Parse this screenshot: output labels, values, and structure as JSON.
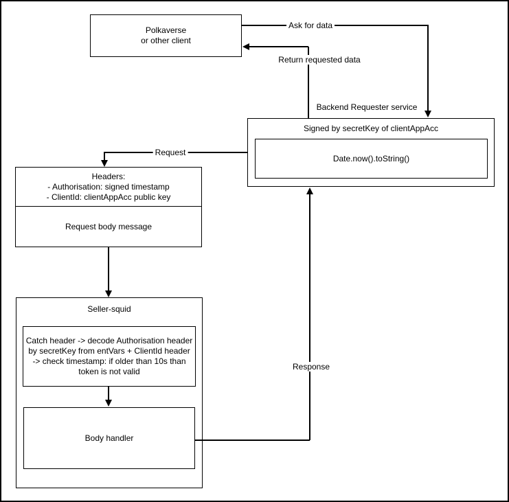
{
  "diagram": {
    "background": "#ffffff",
    "stroke_color": "#000000",
    "nodes": {
      "client": {
        "line1": "Polkaverse",
        "line2": "or other client"
      },
      "backend": {
        "service_label": "Backend Requester service",
        "title": "Signed by secretKey of clientAppAcc",
        "code": "Date.now().toString()"
      },
      "request_message": {
        "header_line1": "Headers:",
        "header_line2": "- Authorisation: signed timestamp",
        "header_line3": "- ClientId: clientAppAcc public key",
        "body": "Request body message"
      },
      "seller": {
        "title": "Seller-squid",
        "check_line1": "Catch header -> decode Authorisation header",
        "check_line2": "by secretKey from entVars + ClientId header",
        "check_line3": "-> check timestamp: if older than 10s than",
        "check_line4": "token is not valid",
        "body_handler": "Body handler"
      }
    },
    "edges": {
      "ask_label": "Ask for data",
      "return_label": "Return requested data",
      "request_label": "Request",
      "response_label": "Response"
    }
  }
}
